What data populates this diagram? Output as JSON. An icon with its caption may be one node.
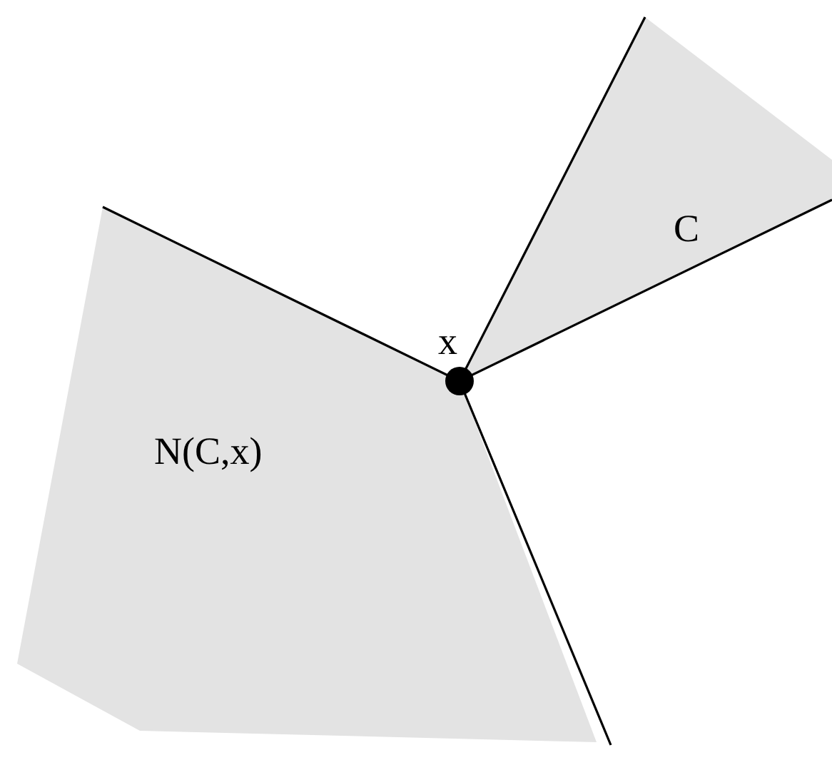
{
  "diagram": {
    "nodes": [
      {
        "text": [
          "C"
        ]
      },
      {
        "text": [
          "N(C,x)"
        ]
      },
      {
        "text": [
          "x"
        ]
      }
    ]
  }
}
